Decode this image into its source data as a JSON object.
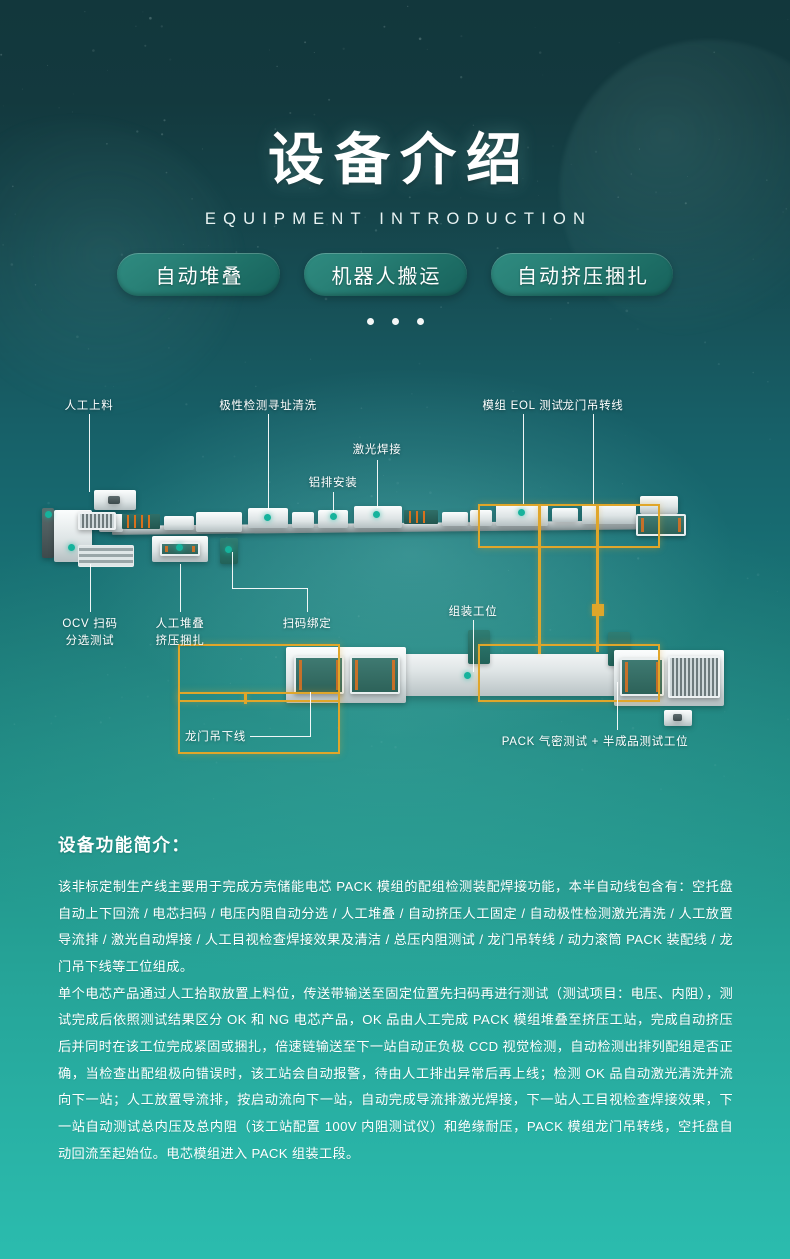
{
  "header": {
    "title": "设备介绍",
    "subtitle": "EQUIPMENT INTRODUCTION",
    "pills": [
      {
        "label": "自动堆叠"
      },
      {
        "label": "机器人搬运"
      },
      {
        "label": "自动挤压捆扎"
      }
    ],
    "dots": 3
  },
  "diagram": {
    "labels": [
      {
        "id": "manual-loading",
        "text": "人工上料"
      },
      {
        "id": "polarity-detect-clean",
        "text": "极性检测寻址清洗"
      },
      {
        "id": "module-eol-test",
        "text": "模组 EOL 测试"
      },
      {
        "id": "gantry-transfer-line",
        "text": "龙门吊转线"
      },
      {
        "id": "laser-welding",
        "text": "激光焊接"
      },
      {
        "id": "busbar-install",
        "text": "铝排安装"
      },
      {
        "id": "ocv-scan-sorting-test",
        "text": "OCV 扫码\n分选测试"
      },
      {
        "id": "manual-stack-press",
        "text": "人工堆叠\n挤压捆扎"
      },
      {
        "id": "scan-binding",
        "text": "扫码绑定"
      },
      {
        "id": "assembly-station",
        "text": "组装工位"
      },
      {
        "id": "gantry-offline",
        "text": "龙门吊下线"
      },
      {
        "id": "pack-airtight-test",
        "text": "PACK 气密测试 + 半成品测试工位"
      }
    ]
  },
  "info": {
    "heading": "设备功能简介：",
    "paragraphs": [
      "该非标定制生产线主要用于完成方壳储能电芯 PACK 模组的配组检测装配焊接功能，本半自动线包含有：空托盘自动上下回流 / 电芯扫码 / 电压内阻自动分选 / 人工堆叠 / 自动挤压人工固定 / 自动极性检测激光清洗 / 人工放置导流排 / 激光自动焊接 / 人工目视检查焊接效果及清洁 / 总压内阻测试 / 龙门吊转线 / 动力滚筒 PACK 装配线 / 龙门吊下线等工位组成。",
      "单个电芯产品通过人工拾取放置上料位，传送带输送至固定位置先扫码再进行测试（测试项目：电压、内阻），测试完成后依照测试结果区分 OK 和 NG 电芯产品，OK 品由人工完成 PACK 模组堆叠至挤压工站，完成自动挤压后并同时在该工位完成紧固或捆扎，倍速链输送至下一站自动正负极 CCD 视觉检测，自动检测出排列配组是否正确，当检查出配组极向错误时，该工站会自动报警，待由人工排出异常后再上线；检测 OK 品自动激光清洗并流向下一站；人工放置导流排，按启动流向下一站，自动完成导流排激光焊接，下一站人工目视检查焊接效果，下一站自动测试总内压及总内阻（该工站配置 100V 内阻测试仪）和绝缘耐压，PACK 模组龙门吊转线，空托盘自动回流至起始位。电芯模组进入 PACK 组装工段。"
    ]
  },
  "colors": {
    "bg_top": "#12373c",
    "bg_bottom": "#2bbcae",
    "pill_gradient_from": "#2f8b80",
    "pill_gradient_to": "#17625c",
    "accent_frame": "#e0a62a",
    "indicator_dot": "#16b39c",
    "text": "#ffffff"
  }
}
